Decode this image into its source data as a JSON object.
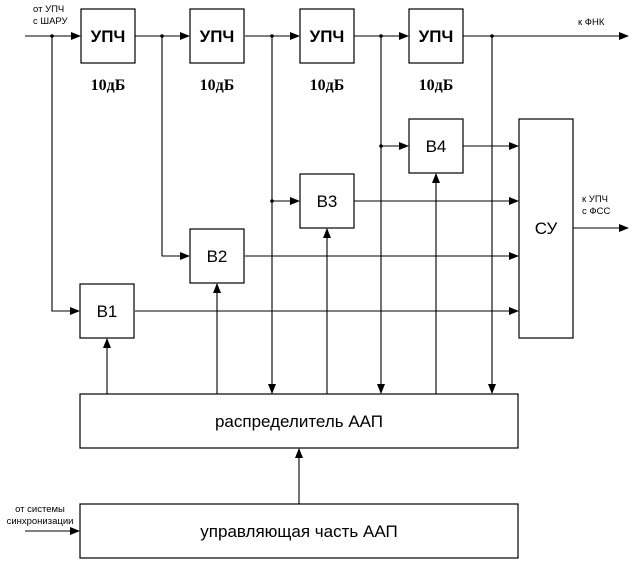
{
  "diagram": {
    "amplifiers": [
      {
        "label": "УПЧ",
        "gain": "10дБ"
      },
      {
        "label": "УПЧ",
        "gain": "10дБ"
      },
      {
        "label": "УПЧ",
        "gain": "10дБ"
      },
      {
        "label": "УПЧ",
        "gain": "10дБ"
      }
    ],
    "gates": [
      {
        "label": "В1"
      },
      {
        "label": "В2"
      },
      {
        "label": "В3"
      },
      {
        "label": "В4"
      }
    ],
    "summator": {
      "label": "СУ"
    },
    "distributor": {
      "label": "распределитель ААП"
    },
    "control": {
      "label": "управляющая часть ААП"
    },
    "signals": {
      "input_line1": "от УПЧ",
      "input_line2": "с ШАРУ",
      "output_top": "к ФНК",
      "output_su_line1": "к УПЧ",
      "output_su_line2": "с ФСС",
      "sync_line1": "от системы",
      "sync_line2": "синхронизации"
    }
  }
}
